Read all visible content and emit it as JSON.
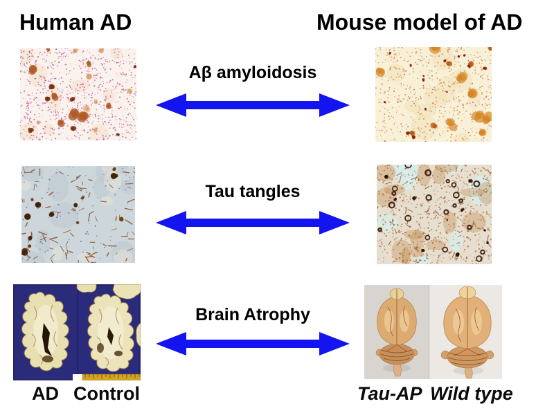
{
  "figure": {
    "title_left": "Human AD",
    "title_right": "Mouse model of AD"
  },
  "rows": [
    {
      "label": "Aβ amyloidosis"
    },
    {
      "label": "Tau tangles"
    },
    {
      "label": "Brain Atrophy"
    }
  ],
  "captions": {
    "human_left": "AD",
    "human_right": "Control",
    "mouse_left": "Tau-AP",
    "mouse_right": "Wild type"
  },
  "colors": {
    "background": "#ffffff",
    "title": "#000000",
    "arrow": "#1414f0",
    "human_brain_bg": "#2b2b7c",
    "ruler": "#d4a424"
  },
  "panels": {
    "human_abeta": {
      "seed": 7,
      "bg": "#faf2ec",
      "patches": [
        {
          "color": "#f3ddc8",
          "count": 10,
          "rmin": 6,
          "rmax": 20,
          "opacity": 0.5
        }
      ],
      "speckles": [
        {
          "color": "#c468a4",
          "count": 650,
          "rmin": 0.5,
          "rmax": 1.2,
          "opacity": 0.8
        },
        {
          "color": "#a04a8c",
          "count": 150,
          "rmin": 0.4,
          "rmax": 1.0,
          "opacity": 0.9
        }
      ],
      "blobs": [
        {
          "color": "#d89058",
          "count": 8,
          "rmin": 3,
          "rmax": 6,
          "opacity": 0.45
        },
        {
          "color": "#b05a28",
          "count": 8,
          "rmin": 3,
          "rmax": 7,
          "opacity": 0.8
        },
        {
          "color": "#7a2e12",
          "count": 7,
          "rmin": 2,
          "rmax": 4.5,
          "opacity": 0.85
        }
      ]
    },
    "mouse_abeta": {
      "seed": 11,
      "bg": "#f8f1d8",
      "patches": [
        {
          "color": "#f1e3ba",
          "count": 10,
          "rmin": 8,
          "rmax": 22,
          "opacity": 0.6
        }
      ],
      "speckles": [
        {
          "color": "#d4884c",
          "count": 520,
          "rmin": 0.5,
          "rmax": 1.2,
          "opacity": 0.75
        },
        {
          "color": "#b04858",
          "count": 130,
          "rmin": 0.4,
          "rmax": 1.0,
          "opacity": 0.8
        }
      ],
      "blobs": [
        {
          "color": "#d4821e",
          "count": 8,
          "rmin": 5,
          "rmax": 10,
          "opacity": 0.65
        },
        {
          "color": "#b85a10",
          "count": 5,
          "rmin": 3,
          "rmax": 6,
          "opacity": 0.7
        },
        {
          "color": "#90200e",
          "count": 14,
          "rmin": 1.2,
          "rmax": 2.8,
          "opacity": 0.9
        }
      ]
    },
    "human_tau": {
      "seed": 23,
      "bg": "#cdd6da",
      "patches": [
        {
          "color": "#bcc8d2",
          "count": 10,
          "rmin": 8,
          "rmax": 22,
          "opacity": 0.6
        },
        {
          "color": "#e9e3d5",
          "count": 7,
          "rmin": 6,
          "rmax": 16,
          "opacity": 0.5
        }
      ],
      "speckles": [
        {
          "color": "#5878c8",
          "count": 95,
          "rmin": 0.5,
          "rmax": 1.1,
          "opacity": 0.85
        }
      ],
      "threads": [
        {
          "color": "#8a4824",
          "count": 85,
          "lmin": 4,
          "lmax": 12,
          "wmin": 0.7,
          "wmax": 1.6,
          "opacity": 0.8
        }
      ],
      "blobs": [
        {
          "color": "#6a3a16",
          "count": 6,
          "rmin": 1.5,
          "rmax": 3,
          "opacity": 0.8
        },
        {
          "color": "#40220a",
          "count": 7,
          "rmin": 2.5,
          "rmax": 5.5,
          "opacity": 0.9
        }
      ]
    },
    "mouse_tau": {
      "seed": 5,
      "bg": "#e6dfcf",
      "patches": [
        {
          "color": "#d6eeee",
          "count": 9,
          "rmin": 7,
          "rmax": 20,
          "opacity": 0.7
        },
        {
          "color": "#c08648",
          "count": 16,
          "rmin": 6,
          "rmax": 18,
          "opacity": 0.35
        }
      ],
      "speckles": [
        {
          "color": "#a8642e",
          "count": 700,
          "rmin": 0.5,
          "rmax": 1.3,
          "opacity": 0.7
        }
      ],
      "threads": [
        {
          "color": "#8a4a20",
          "count": 60,
          "lmin": 3,
          "lmax": 9,
          "wmin": 0.7,
          "wmax": 1.4,
          "opacity": 0.7
        }
      ],
      "blobs": [
        {
          "color": "#2a1206",
          "count": 10,
          "rmin": 1.5,
          "rmax": 3,
          "opacity": 0.9
        }
      ],
      "rings": [
        {
          "color": "#38180a",
          "count": 20,
          "rmin": 2,
          "rmax": 4.5,
          "swmin": 1.6,
          "swmax": 2.6
        }
      ]
    }
  }
}
